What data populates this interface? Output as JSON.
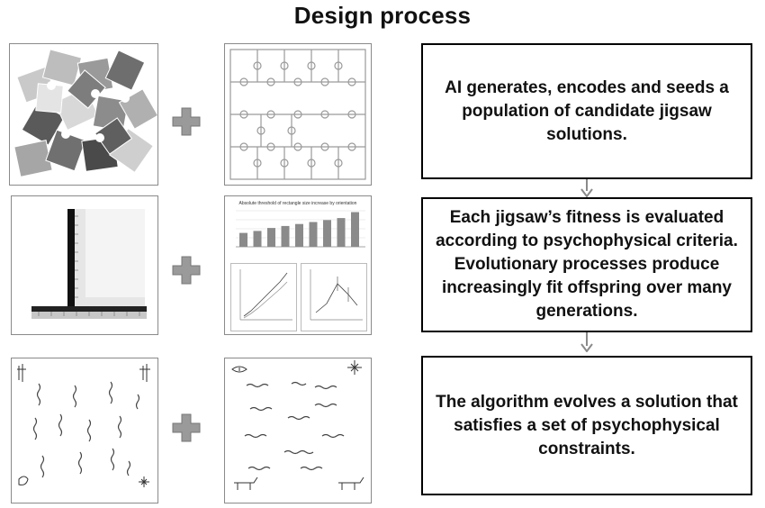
{
  "title": "Design process",
  "steps": [
    {
      "text": "AI generates, encodes and seeds a population of candidate jigsaw solutions."
    },
    {
      "text": "Each jigsaw’s fitness is evaluated according to psychophysical criteria. Evolutionary processes produce increasingly fit offspring over many generations."
    },
    {
      "text": "The algorithm evolves a solution that satisfies a set of psychophysical constraints."
    }
  ],
  "mini_chart": {
    "title": "Absolute threshold of rectangle size increase by orientation",
    "bars": [
      1.4,
      1.6,
      1.9,
      2.1,
      2.3,
      2.5,
      2.7,
      2.9,
      3.5
    ]
  },
  "icons": [
    "puzzle-pieces-icon",
    "plus-icon",
    "jigsaw-grid-icon",
    "ruler-l-icon",
    "bar-chart-icon",
    "line-graph-icon",
    "egyptian-puzzle-icon",
    "down-arrow-icon"
  ]
}
